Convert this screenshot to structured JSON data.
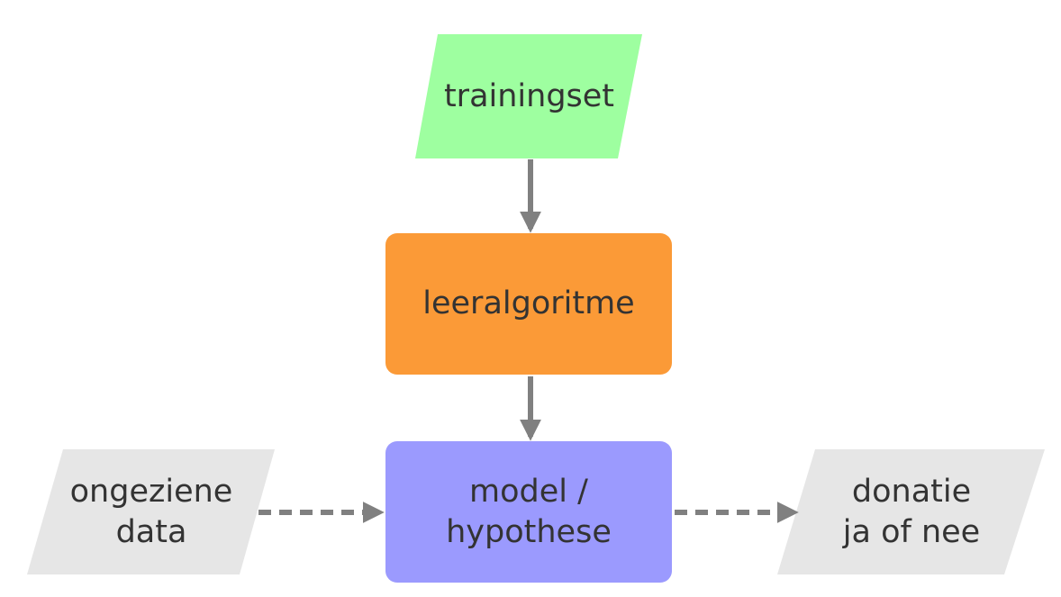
{
  "colors": {
    "trainingset_fill": "#9effa0",
    "algorithm_fill": "#fb9a37",
    "model_fill": "#9b9afe",
    "io_fill": "#e6e6e6",
    "arrow": "#808080",
    "text": "#333333"
  },
  "nodes": {
    "trainingset": {
      "label": "trainingset"
    },
    "algorithm": {
      "label": "leeralgoritme"
    },
    "model": {
      "line1": "model /",
      "line2": "hypothese"
    },
    "unseen": {
      "line1": "ongeziene",
      "line2": "data"
    },
    "output": {
      "line1": "donatie",
      "line2": "ja of nee"
    }
  },
  "edges": [
    {
      "from": "trainingset",
      "to": "algorithm",
      "style": "solid"
    },
    {
      "from": "algorithm",
      "to": "model",
      "style": "solid"
    },
    {
      "from": "unseen",
      "to": "model",
      "style": "dashed"
    },
    {
      "from": "model",
      "to": "output",
      "style": "dashed"
    }
  ]
}
